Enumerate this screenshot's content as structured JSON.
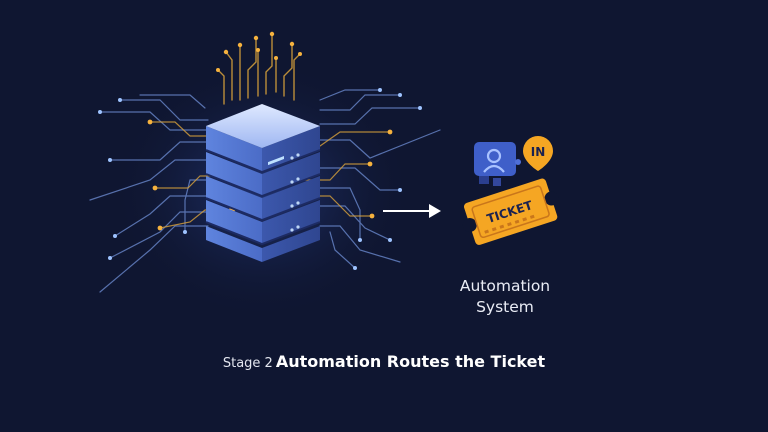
{
  "badge": {
    "in_label": "IN"
  },
  "ticket": {
    "label": "TICKET"
  },
  "automation": {
    "line1": "Automation",
    "line2": "System"
  },
  "caption": {
    "stage": "Stage 2",
    "title": "Automation Routes the Ticket"
  },
  "icons": {
    "server": "server-stack-icon",
    "arrow": "arrow-right-icon",
    "user": "user-card-icon",
    "ticket": "ticket-icon"
  },
  "colors": {
    "background": "#0f1631",
    "server_blue": "#4f73d0",
    "glow_gold": "#f6b23e",
    "ticket_orange": "#f5a623",
    "badge_blue": "#3f5fc9"
  }
}
